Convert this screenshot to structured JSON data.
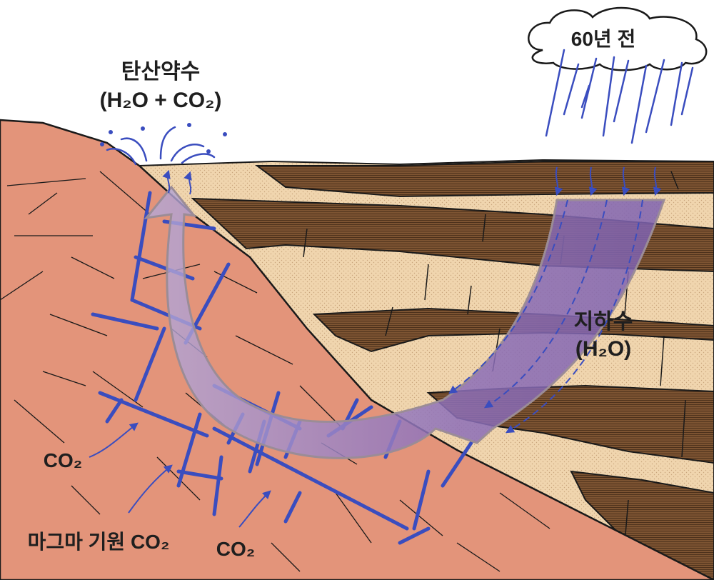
{
  "labels": {
    "weather": "60년 전",
    "spring_title": "탄산약수",
    "spring_formula": "(H₂O + CO₂)",
    "groundwater_title": "지하수",
    "groundwater_formula": "(H₂O)",
    "co2_left": "CO₂",
    "co2_bottom": "CO₂",
    "magma_source": "마그마 기원 CO₂"
  },
  "colors": {
    "granite": "#e3947a",
    "sandstone": "#f0d5ae",
    "shale": "#7d5432",
    "fracture": "#3a4dbf",
    "flow_arrow": "#8b6bb4",
    "outline": "#1a1a1a"
  }
}
